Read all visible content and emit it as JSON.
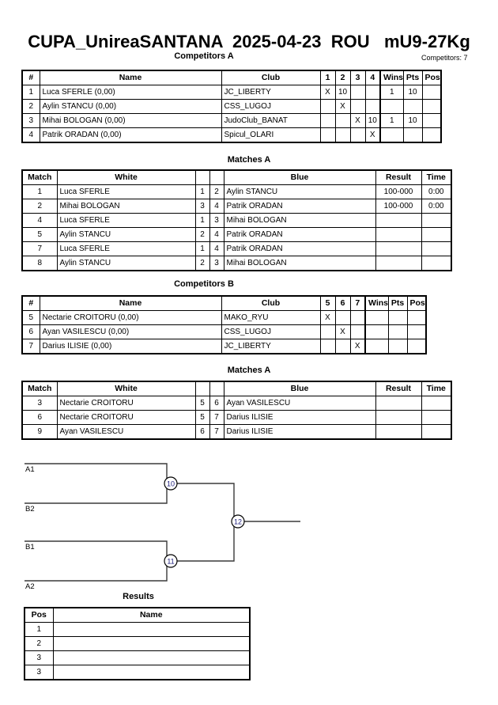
{
  "header": {
    "title": "CUPA_UnireaSANTANA  2025-04-23  ROU   mU9-27Kg",
    "competitors_count_label": "Competitors: 7"
  },
  "sections": {
    "competitors_a_caption": "Competitors A",
    "matches_a_caption": "Matches A",
    "competitors_b_caption": "Competitors B",
    "matches_b_caption": "Matches A",
    "results_caption": "Results"
  },
  "competitors_a": {
    "headers": {
      "num": "#",
      "name": "Name",
      "club": "Club",
      "r1": "1",
      "r2": "2",
      "r3": "3",
      "r4": "4",
      "wins": "Wins",
      "pts": "Pts",
      "pos": "Pos"
    },
    "rows": [
      {
        "num": "1",
        "name": "Luca SFERLE  (0,00)",
        "club": "JC_LIBERTY",
        "cells": [
          "X",
          "10",
          "",
          ""
        ],
        "wins": "1",
        "pts": "10",
        "pos": ""
      },
      {
        "num": "2",
        "name": "Aylin STANCU  (0,00)",
        "club": "CSS_LUGOJ",
        "cells": [
          "",
          "X",
          "",
          ""
        ],
        "wins": "",
        "pts": "",
        "pos": ""
      },
      {
        "num": "3",
        "name": "Mihai BOLOGAN  (0,00)",
        "club": "JudoClub_BANAT",
        "cells": [
          "",
          "",
          "X",
          "10"
        ],
        "wins": "1",
        "pts": "10",
        "pos": ""
      },
      {
        "num": "4",
        "name": "Patrik ORADAN  (0,00)",
        "club": "Spicul_OLARI",
        "cells": [
          "",
          "",
          "",
          "X"
        ],
        "wins": "",
        "pts": "",
        "pos": ""
      }
    ]
  },
  "matches_a": {
    "headers": {
      "match": "Match",
      "white": "White",
      "w_num": "",
      "b_num": "",
      "blue": "Blue",
      "result": "Result",
      "time": "Time"
    },
    "rows": [
      {
        "match": "1",
        "white": "Luca SFERLE",
        "white_bold": true,
        "w_num": "1",
        "b_num": "2",
        "blue": "Aylin STANCU",
        "result": "100-000",
        "time": "0:00"
      },
      {
        "match": "2",
        "white": "Mihai BOLOGAN",
        "white_bold": true,
        "w_num": "3",
        "b_num": "4",
        "blue": "Patrik ORADAN",
        "result": "100-000",
        "time": "0:00"
      },
      {
        "match": "4",
        "white": "Luca SFERLE",
        "white_bold": false,
        "w_num": "1",
        "b_num": "3",
        "blue": "Mihai BOLOGAN",
        "result": "",
        "time": ""
      },
      {
        "match": "5",
        "white": "Aylin STANCU",
        "white_bold": false,
        "w_num": "2",
        "b_num": "4",
        "blue": "Patrik ORADAN",
        "result": "",
        "time": ""
      },
      {
        "match": "7",
        "white": "Luca SFERLE",
        "white_bold": false,
        "w_num": "1",
        "b_num": "4",
        "blue": "Patrik ORADAN",
        "result": "",
        "time": ""
      },
      {
        "match": "8",
        "white": "Aylin STANCU",
        "white_bold": false,
        "w_num": "2",
        "b_num": "3",
        "blue": "Mihai BOLOGAN",
        "result": "",
        "time": ""
      }
    ]
  },
  "competitors_b": {
    "headers": {
      "num": "#",
      "name": "Name",
      "club": "Club",
      "r5": "5",
      "r6": "6",
      "r7": "7",
      "wins": "Wins",
      "pts": "Pts",
      "pos": "Pos"
    },
    "rows": [
      {
        "num": "5",
        "name": "Nectarie CROITORU  (0,00)",
        "club": "MAKO_RYU",
        "cells": [
          "X",
          "",
          ""
        ],
        "wins": "",
        "pts": "",
        "pos": ""
      },
      {
        "num": "6",
        "name": "Ayan VASILESCU  (0,00)",
        "club": "CSS_LUGOJ",
        "cells": [
          "",
          "X",
          ""
        ],
        "wins": "",
        "pts": "",
        "pos": ""
      },
      {
        "num": "7",
        "name": "Darius ILISIE  (0,00)",
        "club": "JC_LIBERTY",
        "cells": [
          "",
          "",
          "X"
        ],
        "wins": "",
        "pts": "",
        "pos": ""
      }
    ]
  },
  "matches_b": {
    "headers": {
      "match": "Match",
      "white": "White",
      "w_num": "",
      "b_num": "",
      "blue": "Blue",
      "result": "Result",
      "time": "Time"
    },
    "rows": [
      {
        "match": "3",
        "white": "Nectarie CROITORU",
        "white_bold": false,
        "w_num": "5",
        "b_num": "6",
        "blue": "Ayan VASILESCU",
        "result": "",
        "time": ""
      },
      {
        "match": "6",
        "white": "Nectarie CROITORU",
        "white_bold": false,
        "w_num": "5",
        "b_num": "7",
        "blue": "Darius ILISIE",
        "result": "",
        "time": ""
      },
      {
        "match": "9",
        "white": "Ayan VASILESCU",
        "white_bold": false,
        "w_num": "6",
        "b_num": "7",
        "blue": "Darius ILISIE",
        "result": "",
        "time": ""
      }
    ]
  },
  "bracket": {
    "slots": {
      "top_upper": "A1",
      "top_lower": "B2",
      "bottom_upper": "B1",
      "bottom_lower": "A2"
    },
    "nodes": {
      "semi_top": "10",
      "semi_bottom": "11",
      "final": "12"
    }
  },
  "results": {
    "headers": {
      "pos": "Pos",
      "name": "Name"
    },
    "rows": [
      {
        "pos": "1",
        "name": ""
      },
      {
        "pos": "2",
        "name": ""
      },
      {
        "pos": "3",
        "name": ""
      },
      {
        "pos": "3",
        "name": ""
      }
    ]
  }
}
